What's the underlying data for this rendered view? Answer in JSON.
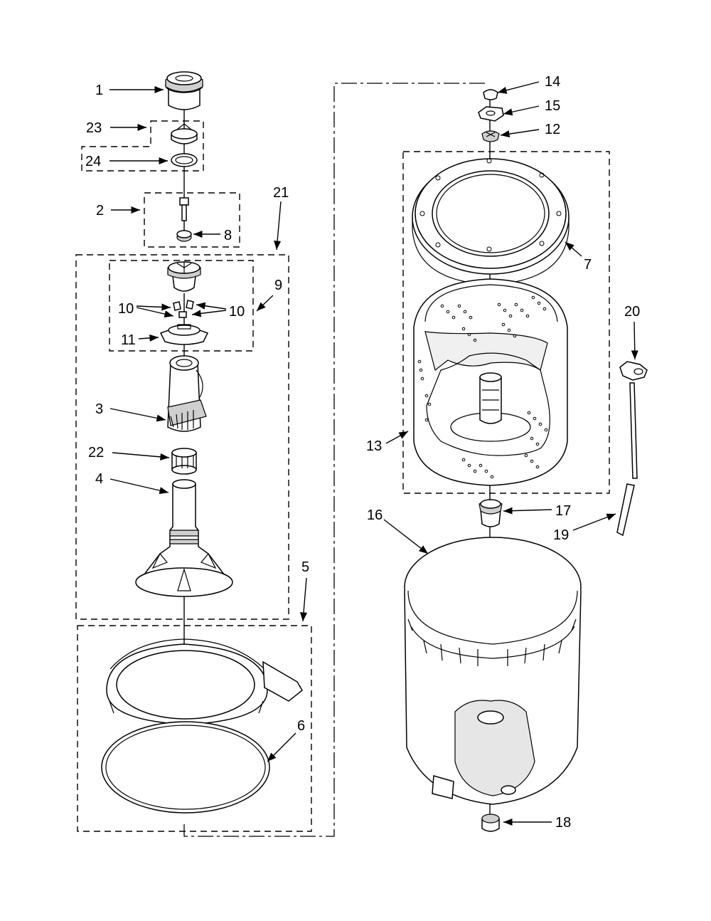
{
  "colors": {
    "ink": "#000000",
    "paper": "#ffffff",
    "shade": "#cfcfcf"
  },
  "callouts": {
    "c1": "1",
    "c23": "23",
    "c24": "24",
    "c2": "2",
    "c8": "8",
    "c21": "21",
    "c9": "9",
    "c10a": "10",
    "c10b": "10",
    "c11": "11",
    "c3": "3",
    "c22": "22",
    "c4": "4",
    "c5": "5",
    "c6": "6",
    "c14": "14",
    "c15": "15",
    "c12": "12",
    "c7": "7",
    "c20": "20",
    "c13": "13",
    "c16": "16",
    "c17": "17",
    "c19": "19",
    "c18": "18"
  }
}
